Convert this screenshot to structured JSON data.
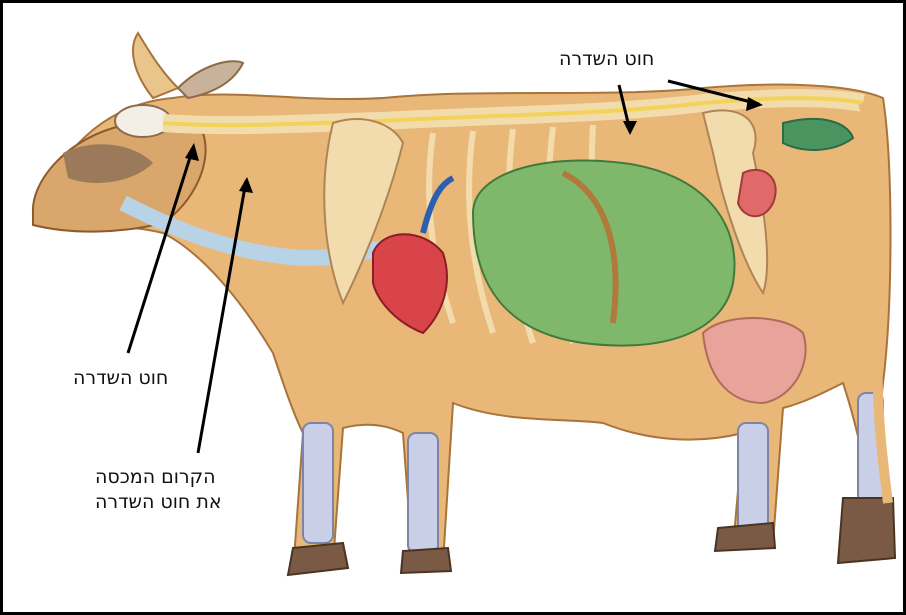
{
  "labels": {
    "spinal_cord_top": "חוט השדרה",
    "spinal_cord_left": "חוט השדרה",
    "meninges_line1": "הקרום המכסה",
    "meninges_line2": "את חוט השדרה"
  },
  "colors": {
    "body": "#e9b878",
    "muscle": "#d89a55",
    "bone": "#f2dcae",
    "stomach": "#7fb86b",
    "heart": "#d9434a",
    "udder": "#e8a39a",
    "hoof": "#7a5a45",
    "legs_lower": "#c9cfe6",
    "nerve": "#f3d25a",
    "pointer": "#000000"
  }
}
